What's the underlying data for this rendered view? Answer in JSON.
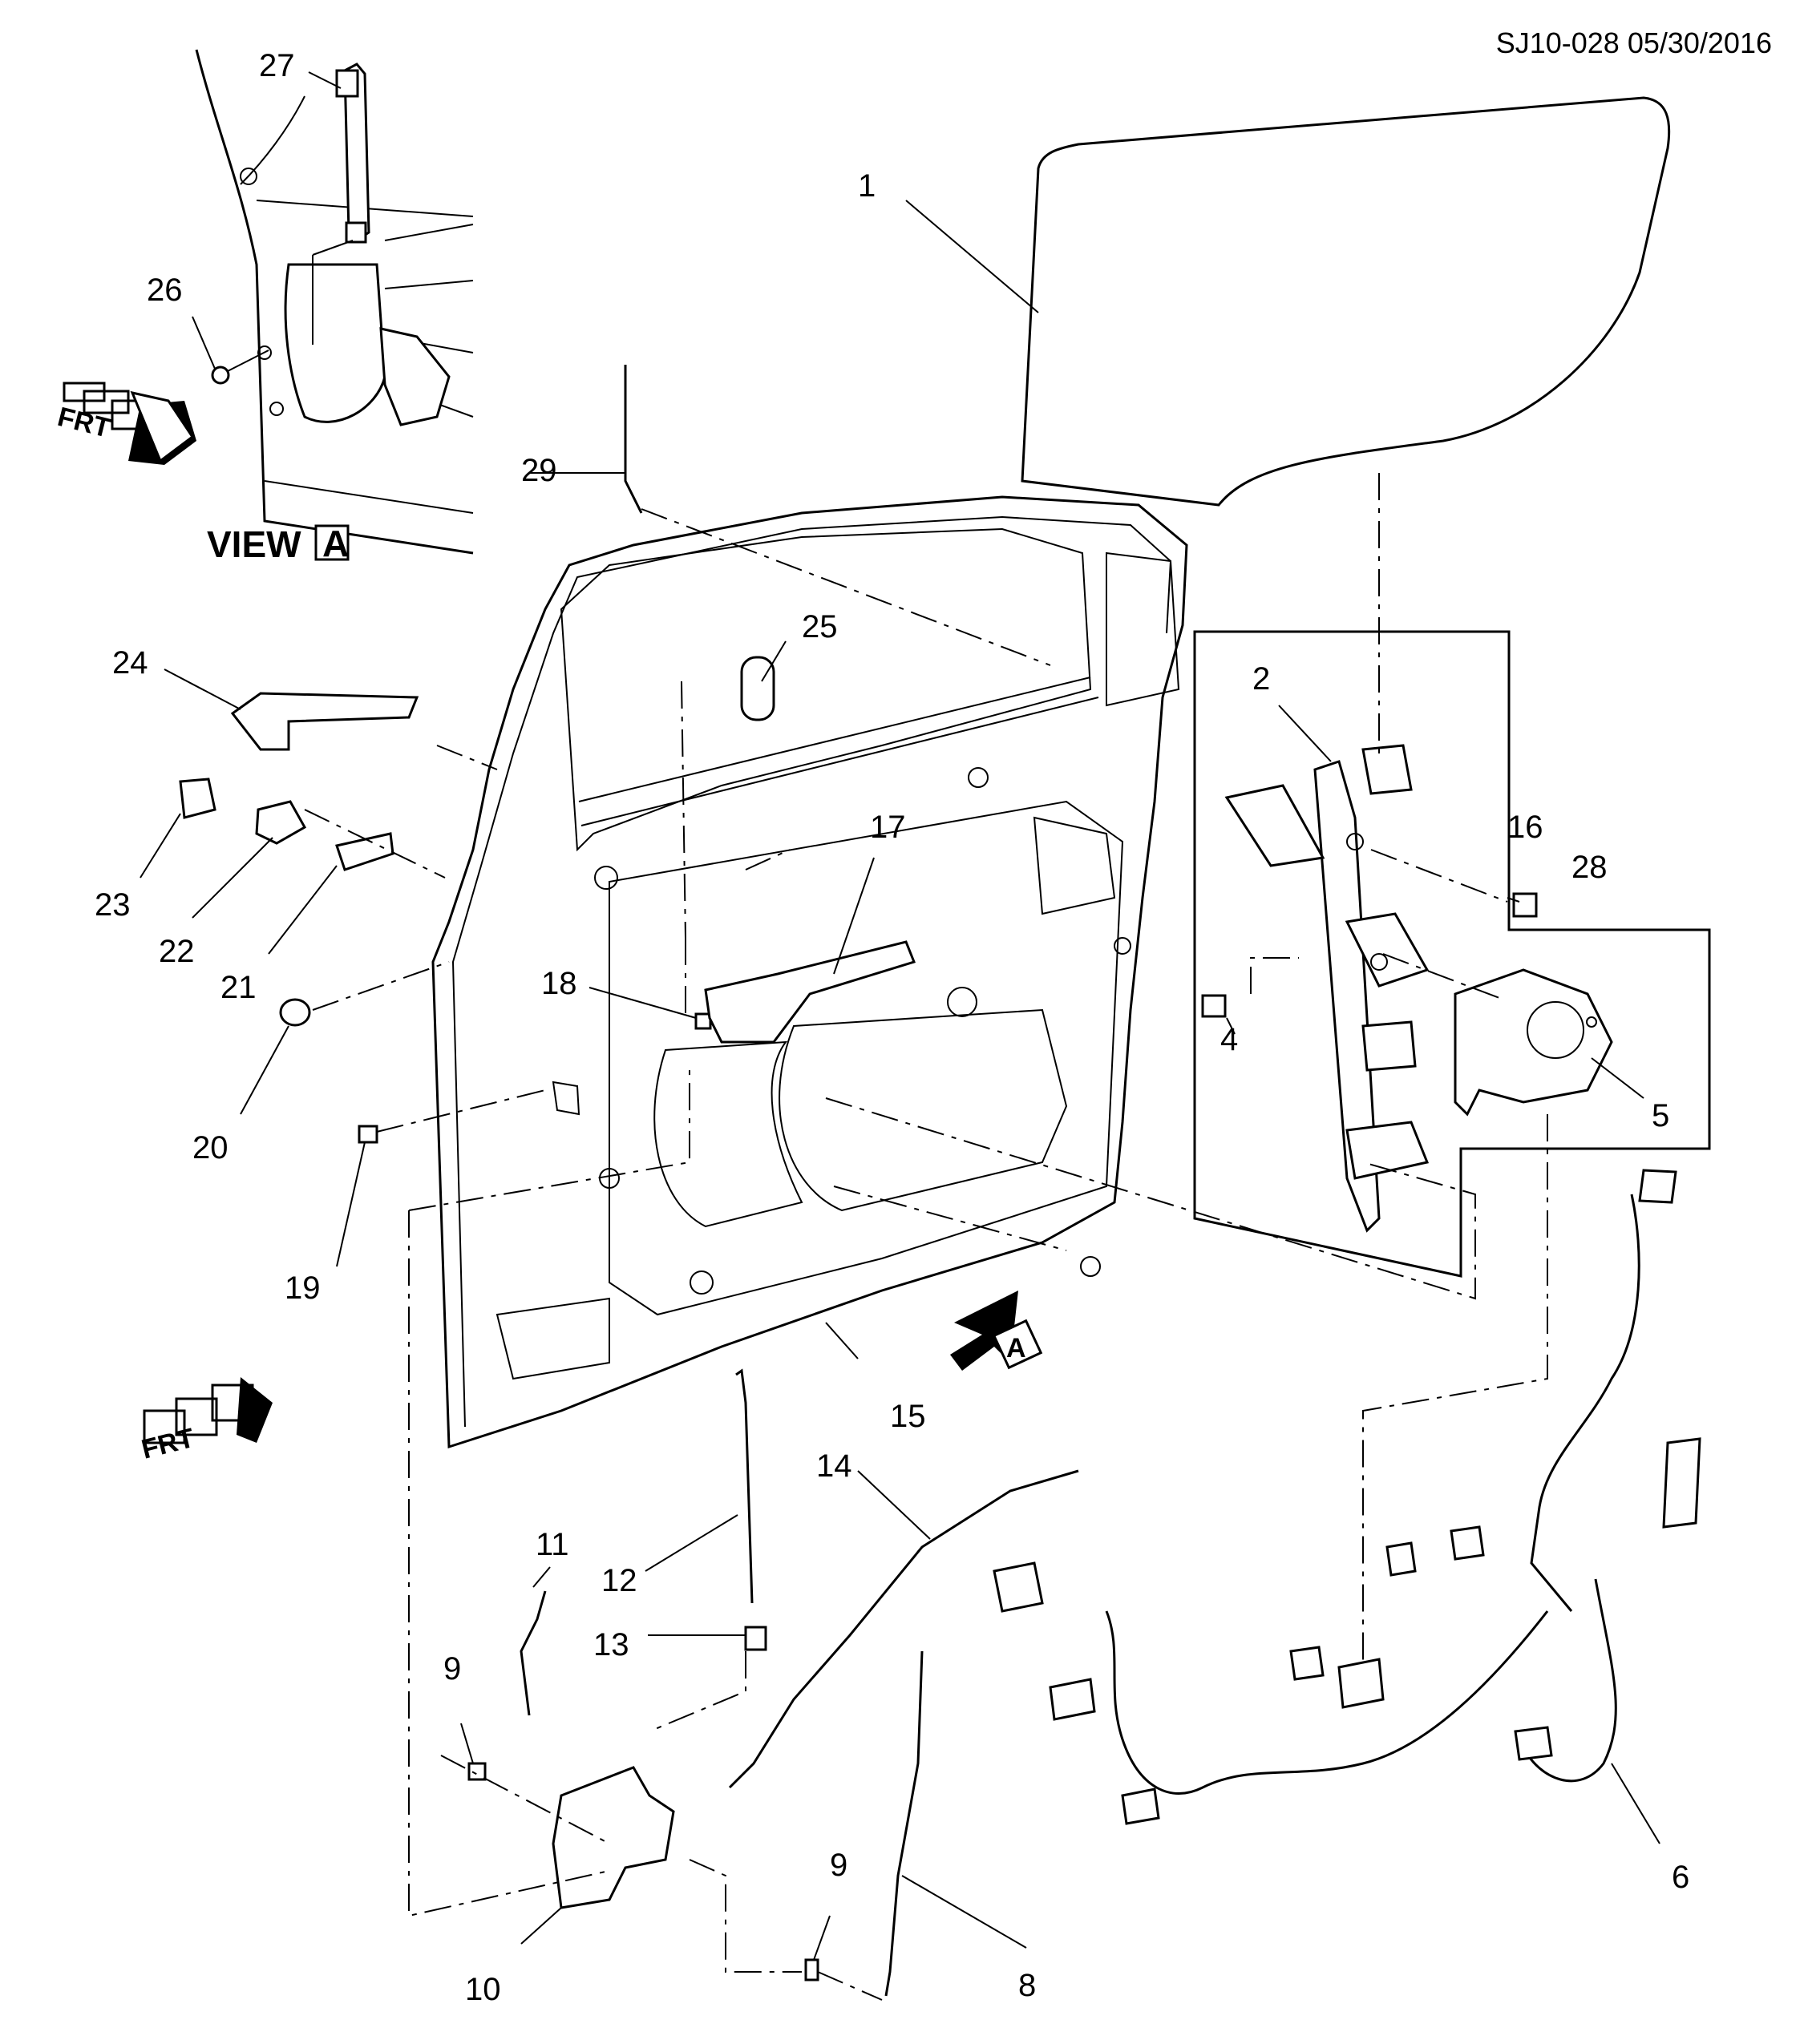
{
  "header": {
    "code": "SJ10-028 05/30/2016"
  },
  "view": {
    "label": "VIEW",
    "letter": "A"
  },
  "arrow_letter": "A",
  "frt_label": "FRT",
  "callouts": {
    "c1": "1",
    "c2": "2",
    "c4": "4",
    "c5": "5",
    "c6": "6",
    "c8": "8",
    "c9a": "9",
    "c9b": "9",
    "c10": "10",
    "c11": "11",
    "c12": "12",
    "c13": "13",
    "c14": "14",
    "c15": "15",
    "c16": "16",
    "c17": "17",
    "c18": "18",
    "c19": "19",
    "c20": "20",
    "c21": "21",
    "c22": "22",
    "c23": "23",
    "c24": "24",
    "c25": "25",
    "c26": "26",
    "c27": "27",
    "c28": "28",
    "c29": "29"
  }
}
